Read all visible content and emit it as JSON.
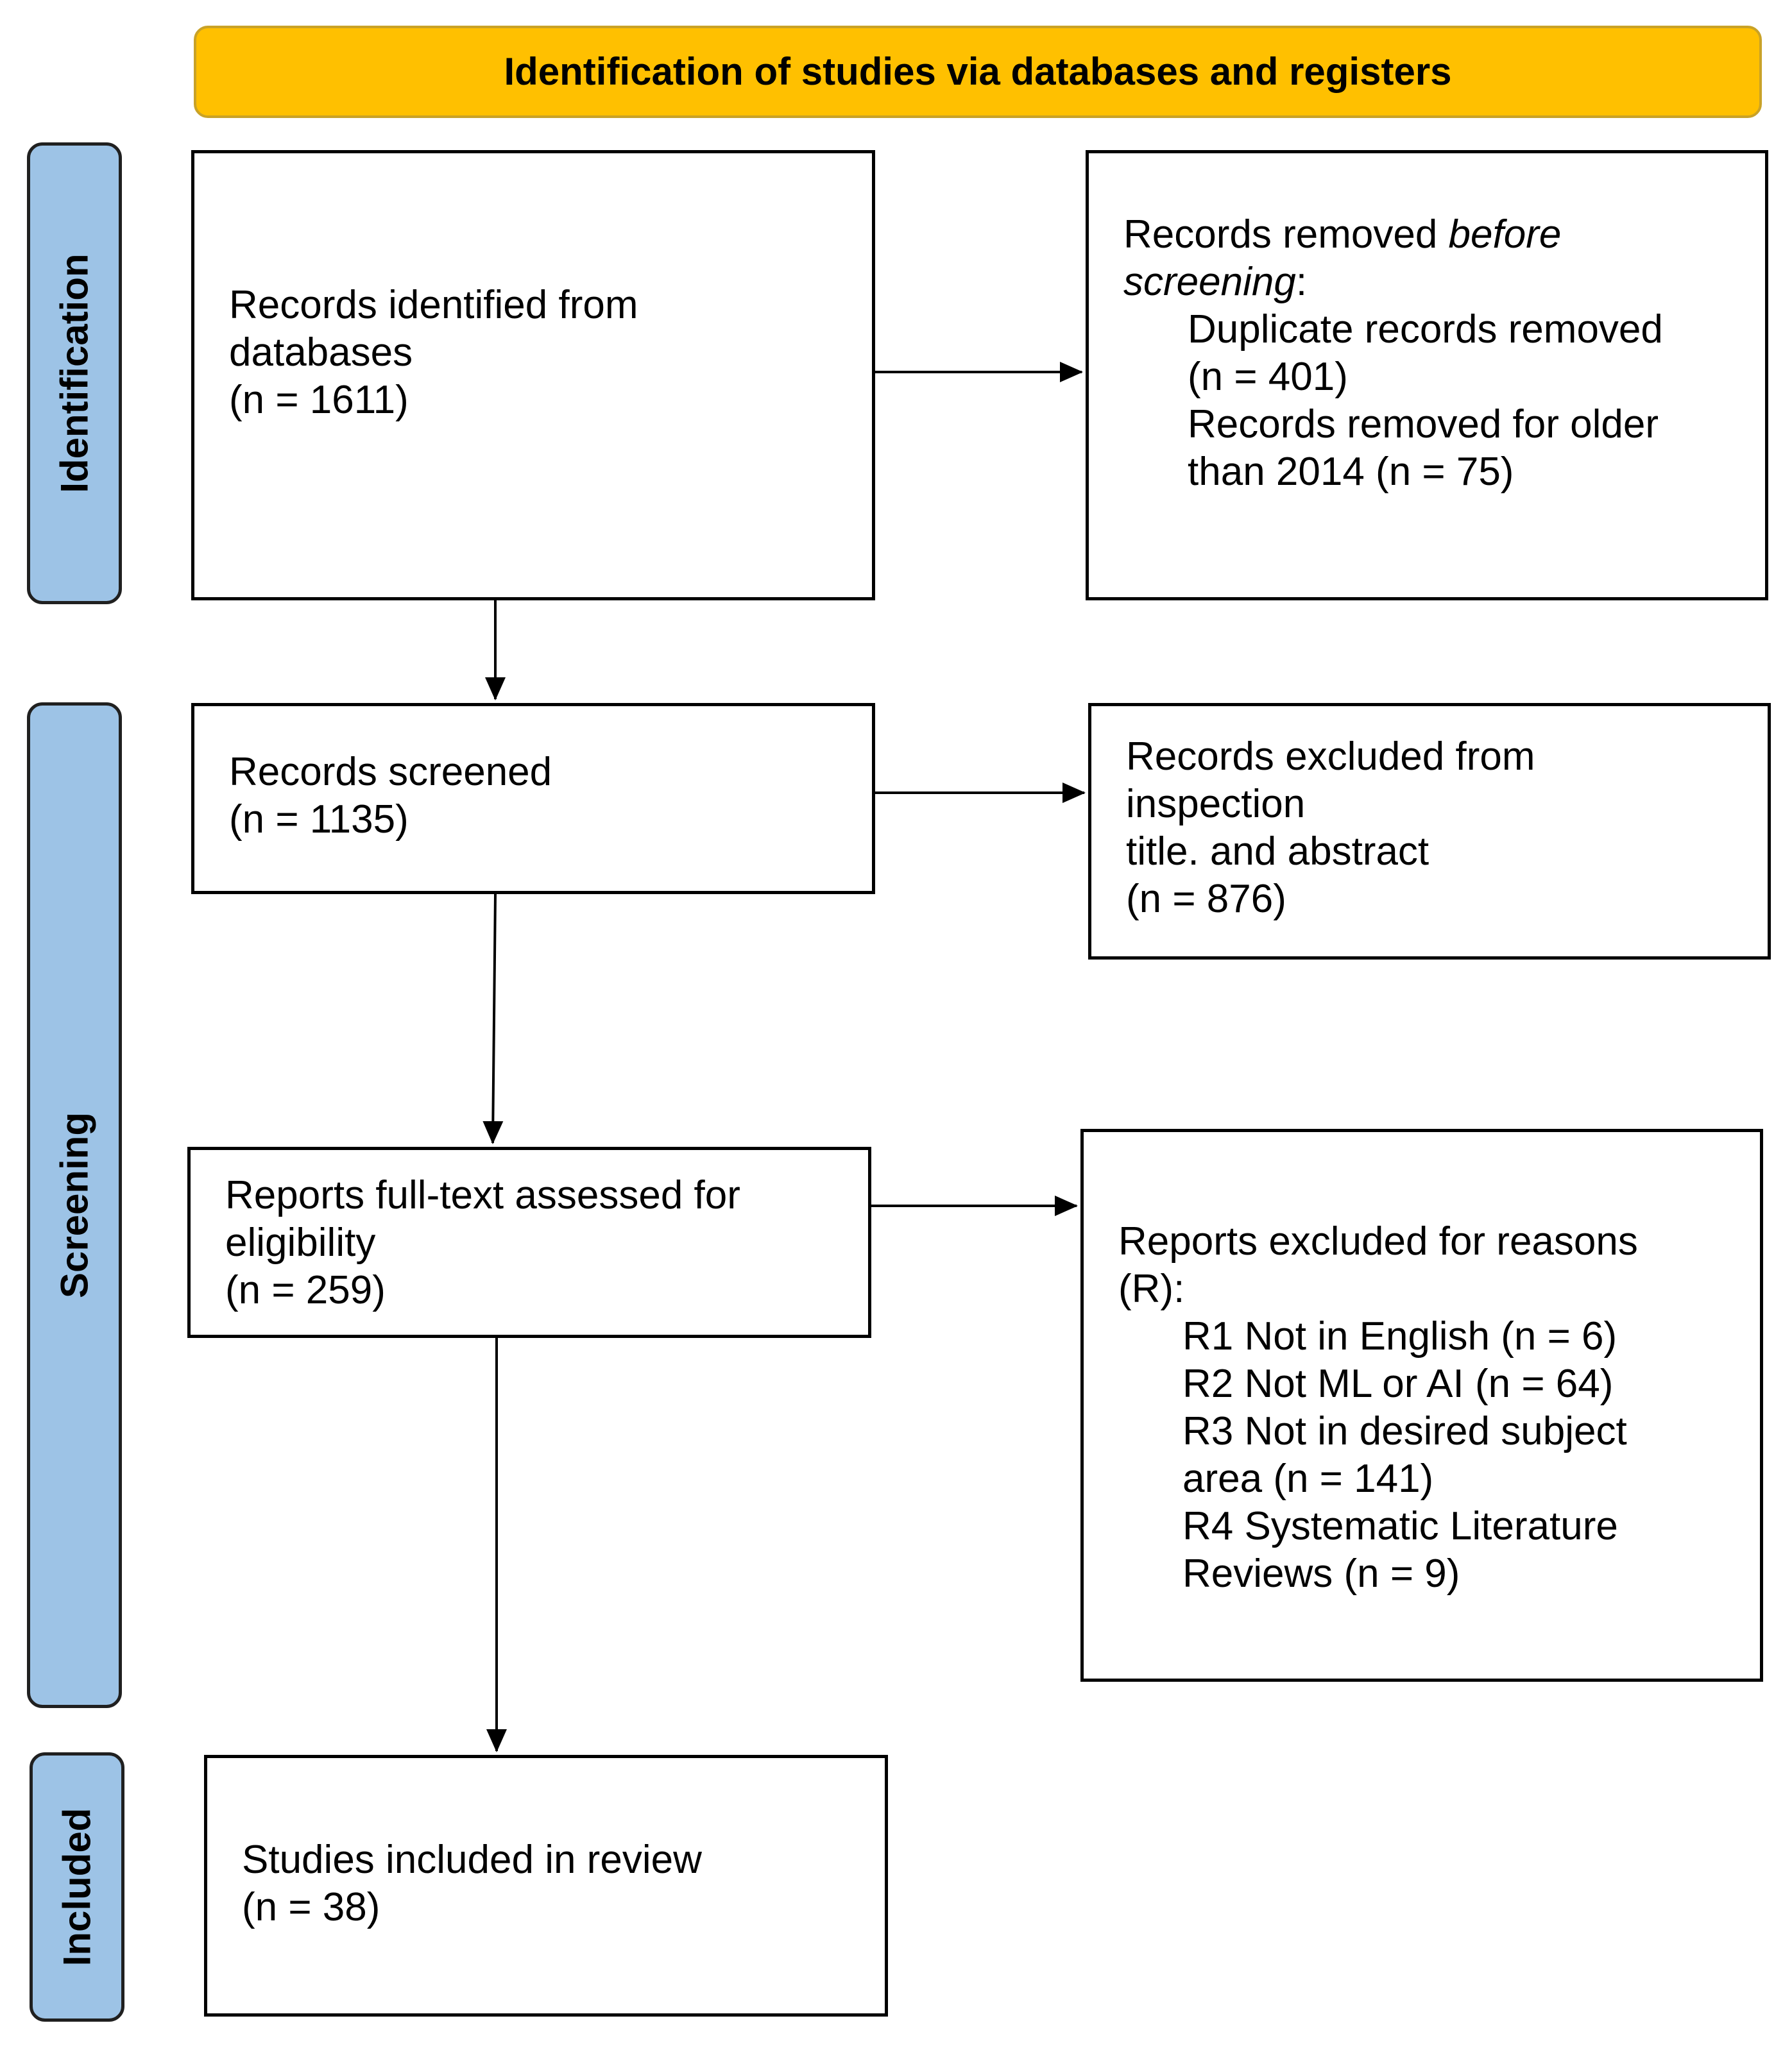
{
  "header": {
    "title": "Identification of studies via databases and registers"
  },
  "phases": {
    "identification": "Identification",
    "screening": "Screening",
    "included": "Included"
  },
  "boxes": {
    "records_identified": {
      "line1": "Records identified from",
      "line2": "databases",
      "line3": "(n = 1611)"
    },
    "records_removed": {
      "line1_prefix": "Records removed ",
      "line1_italic": "before",
      "line2_italic": "screening",
      "line2_suffix": ":",
      "line3": "Duplicate records removed",
      "line4": "(n = 401)",
      "line5": "Records removed for older",
      "line6": "than 2014 (n = 75)"
    },
    "records_screened": {
      "line1": "Records screened",
      "line2": "(n = 1135)"
    },
    "records_excluded": {
      "line1": "Records excluded from",
      "line2": "inspection",
      "line3": "title. and abstract",
      "line4": "(n = 876)"
    },
    "reports_assessed": {
      "line1": "Reports full-text assessed for",
      "line2": "eligibility",
      "line3": "(n = 259)"
    },
    "reports_excluded": {
      "line1": "Reports excluded for reasons",
      "line2": "(R):",
      "line3": "R1 Not in English (n = 6)",
      "line4": "R2 Not ML or AI (n = 64)",
      "line5": "R3 Not in desired subject",
      "line6": "area (n = 141)",
      "line7": "R4 Systematic Literature",
      "line8": "Reviews (n = 9)"
    },
    "studies_included": {
      "line1": "Studies included in review",
      "line2": "(n = 38)"
    }
  },
  "colors": {
    "header": "#FFC000",
    "phase": "#9DC3E6"
  }
}
